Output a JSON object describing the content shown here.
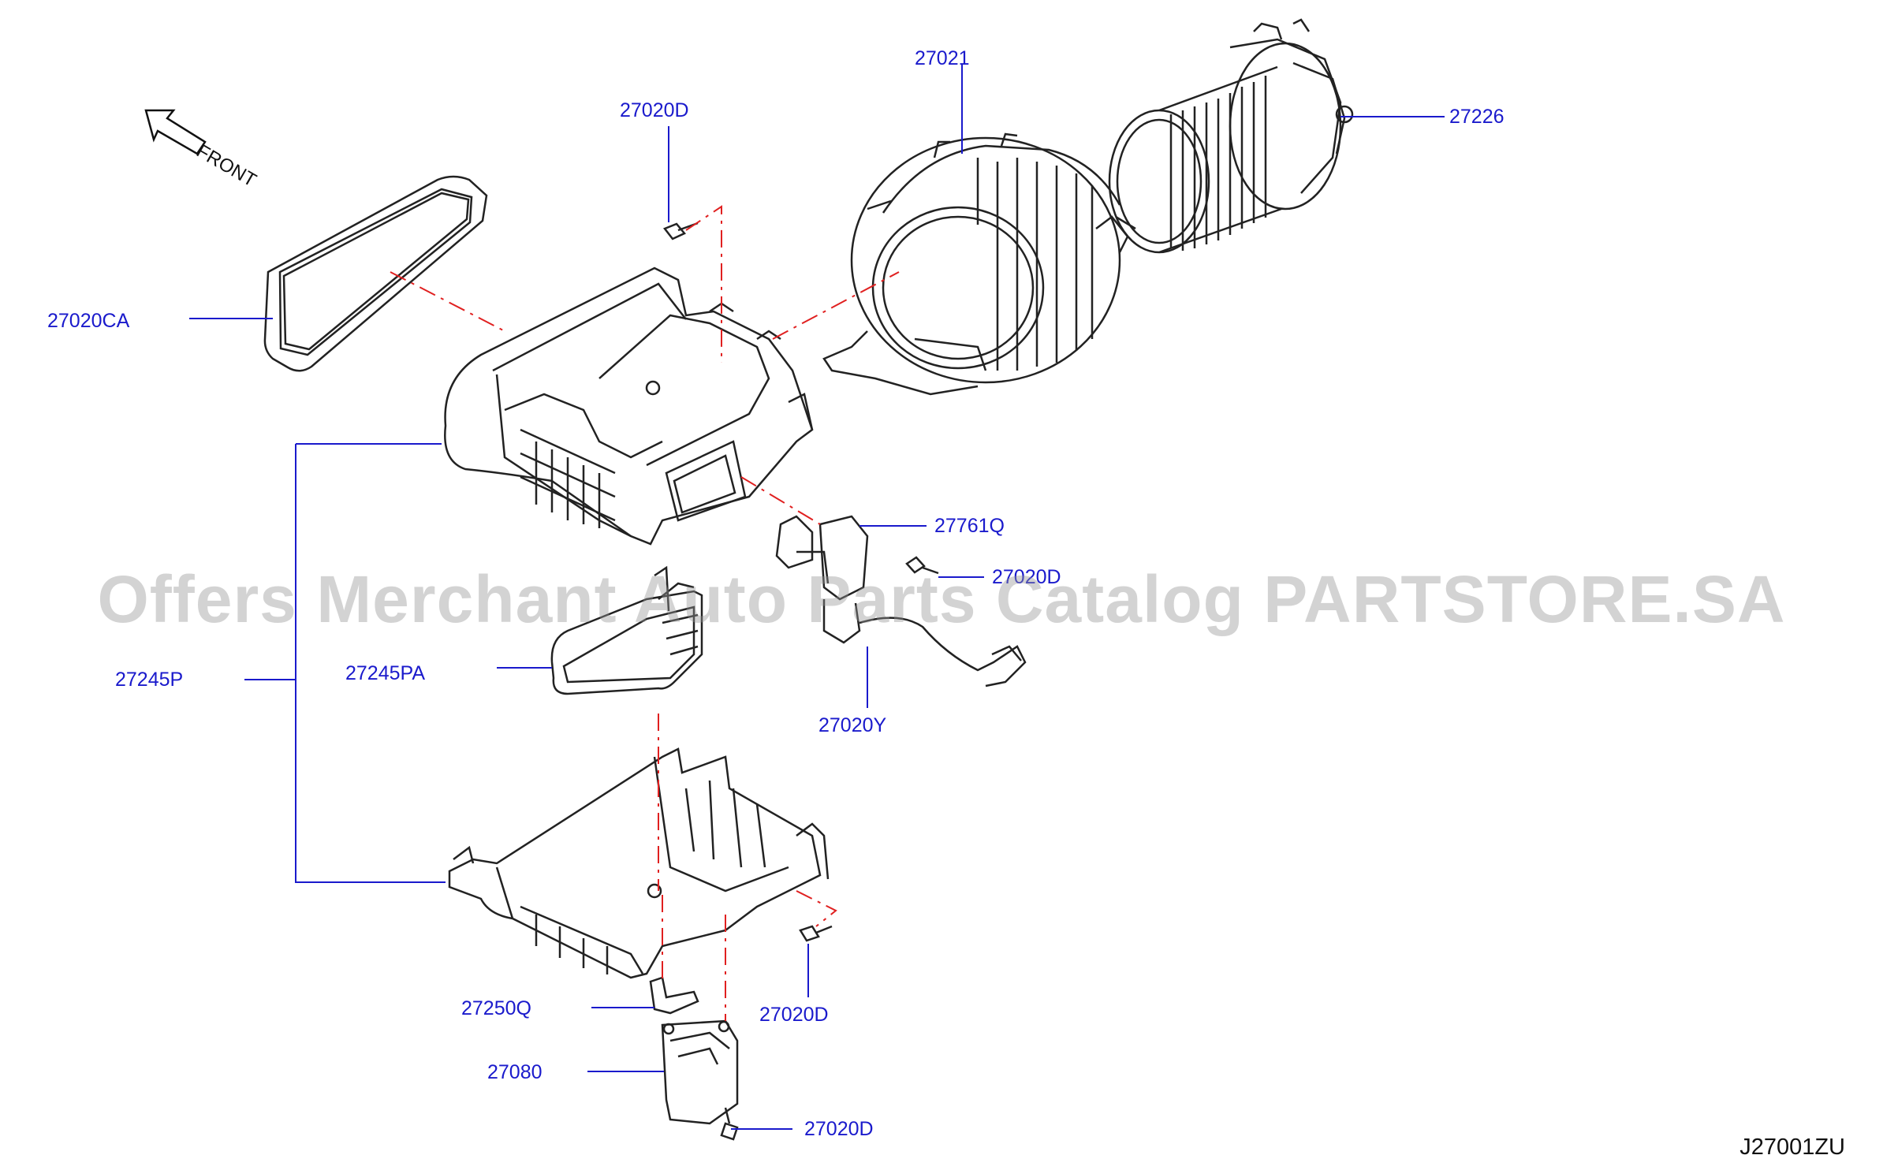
{
  "diagram_code": "J27001ZU",
  "front_label": "FRONT",
  "watermark": "Offers Merchant Auto Parts Catalog PARTSTORE.SA",
  "callouts": {
    "p27021": "27021",
    "p27226": "27226",
    "p27020D_top": "27020D",
    "p27020CA": "27020CA",
    "p27761Q": "27761Q",
    "p27020D_mid": "27020D",
    "p27245P": "27245P",
    "p27245PA": "27245PA",
    "p27020Y": "27020Y",
    "p27250Q": "27250Q",
    "p27020D_low": "27020D",
    "p27080": "27080",
    "p27020D_bottom": "27020D"
  },
  "colors": {
    "callout_text": "#1a1acc",
    "leader_line": "#1a1acc",
    "dash_line": "#e02020",
    "part_outline": "#222222"
  }
}
